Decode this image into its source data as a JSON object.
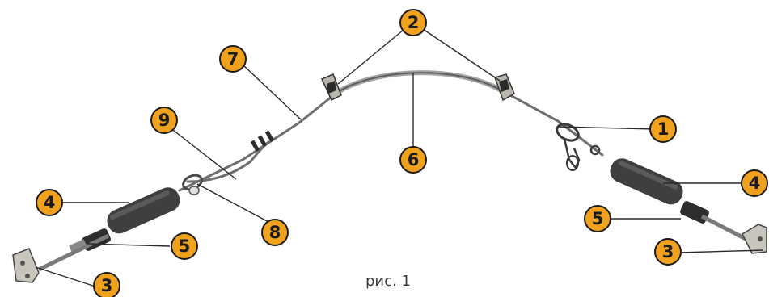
{
  "caption": "рис. 1",
  "colors": {
    "badge_fill": "#F0A21E",
    "badge_stroke": "#1b1b1b",
    "leader": "#2a2a2a",
    "cable": "#6e6e6e",
    "absorber": "#3f3f3f",
    "bracket": "#b9b6ad"
  },
  "callouts": [
    {
      "label": "1",
      "part": "carabiner"
    },
    {
      "label": "2",
      "part": "intermediate-bracket"
    },
    {
      "label": "3",
      "part": "end-anchor-bracket"
    },
    {
      "label": "4",
      "part": "shock-absorber"
    },
    {
      "label": "5",
      "part": "turnbuckle"
    },
    {
      "label": "6",
      "part": "cable-curve"
    },
    {
      "label": "7",
      "part": "steel-cable"
    },
    {
      "label": "8",
      "part": "cable-thimble"
    },
    {
      "label": "9",
      "part": "cable-clamp"
    }
  ]
}
